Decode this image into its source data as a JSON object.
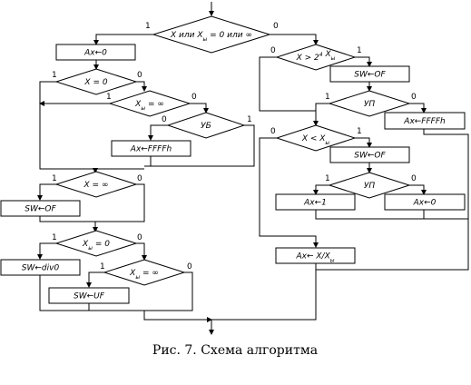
{
  "caption": "Рис. 7. Схема алгоритма",
  "decisions": {
    "d_top": {
      "main": "X или X",
      "sub": "ы",
      "tail": " = 0 или ∞"
    },
    "d_x0": {
      "main": "X = 0"
    },
    "d_xy_inf": {
      "main": "X",
      "sub": "ы",
      "tail": " = ∞"
    },
    "d_ub": {
      "main": "УБ"
    },
    "d_x_inf": {
      "main": "X = ∞"
    },
    "d_xy0": {
      "main": "X",
      "sub": "ы",
      "tail": " = 0"
    },
    "d_xy_inf2": {
      "main": "X",
      "sub": "ы",
      "tail": " = ∞"
    },
    "d_range1": {
      "main": "X > 2",
      "sup": "4",
      "tail": " X",
      "sub": "ы"
    },
    "d_up1": {
      "main": "УП"
    },
    "d_range2": {
      "main": "X < X",
      "sub": "ы"
    },
    "d_up2": {
      "main": "УП"
    }
  },
  "processes": {
    "p_ax0_top": "Ax←0",
    "p_ax_ffff_l": "Ax←FFFFh",
    "p_sw_of_l": "SW←OF",
    "p_sw_div0": "SW←div0",
    "p_sw_uf": "SW←UF",
    "p_sw_of_r1": "SW←OF",
    "p_ax_ffff_r": "Ax←FFFFh",
    "p_sw_of_r2": "SW←OF",
    "p_ax_m1": "Ax←1",
    "p_ax0_r": "Ax←0",
    "p_ax_div": {
      "main": "Ax← X/X",
      "sub": "ы"
    }
  },
  "branch_labels": {
    "top_yes": "1",
    "top_no": "0",
    "x0_yes": "1",
    "x0_no": "0",
    "xyinf_yes": "1",
    "xyinf_no": "0",
    "ub_no": "0",
    "ub_yes": "1",
    "xinf_yes": "1",
    "xinf_no": "0",
    "xy0_yes": "1",
    "xy0_no": "0",
    "xyinf2_yes": "1",
    "xyinf2_no": "0",
    "r1_no": "0",
    "r1_yes": "1",
    "up1_yes": "1",
    "up1_no": "0",
    "r2_no": "0",
    "r2_yes": "1",
    "up2_yes": "1",
    "up2_no": "0"
  }
}
